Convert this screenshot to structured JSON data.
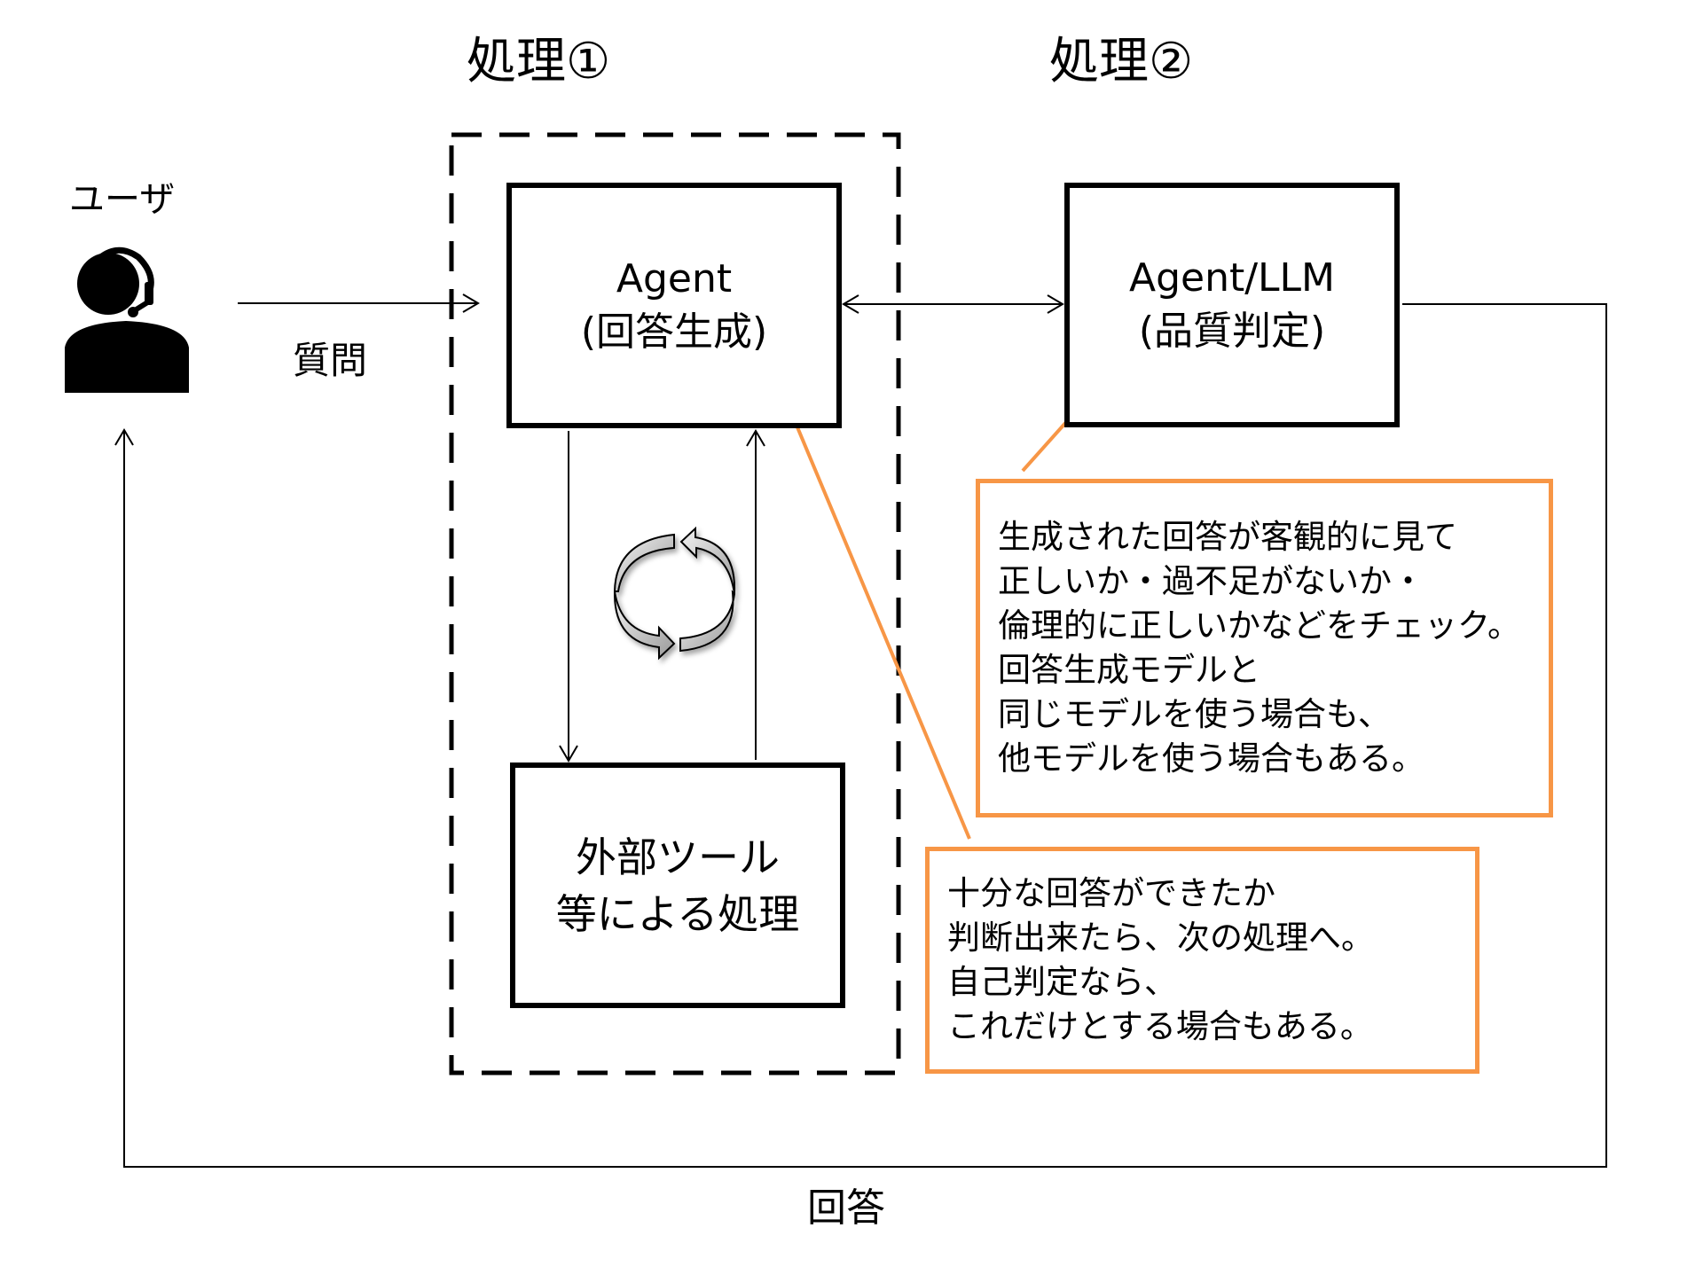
{
  "colors": {
    "line": "#000000",
    "callout_border": "#f79646",
    "loop_icon_fill": "#c8c8c8",
    "background": "#ffffff"
  },
  "titles": {
    "process1": "処理①",
    "process2": "処理②"
  },
  "user": {
    "label": "ユーザ",
    "icon": "user-headset-icon"
  },
  "edges": {
    "question_label": "質問",
    "answer_label": "回答"
  },
  "nodes": {
    "agent_generate": {
      "line1": "Agent",
      "line2": "(回答生成)"
    },
    "agent_judge": {
      "line1": "Agent/LLM",
      "line2": "(品質判定)"
    },
    "external_tools": {
      "line1": "外部ツール",
      "line2": "等による処理"
    }
  },
  "loop_icon": "cycle-arrows-icon",
  "callouts": {
    "judge_note": {
      "lines": [
        "生成された回答が客観的に見て",
        "正しいか・過不足がないか・",
        "倫理的に正しいかなどをチェック。",
        "回答生成モデルと",
        "同じモデルを使う場合も、",
        "他モデルを使う場合もある。"
      ]
    },
    "generate_note": {
      "lines": [
        "十分な回答ができたか",
        "判断出来たら、次の処理へ。",
        "自己判定なら、",
        "これだけとする場合もある。"
      ]
    }
  }
}
